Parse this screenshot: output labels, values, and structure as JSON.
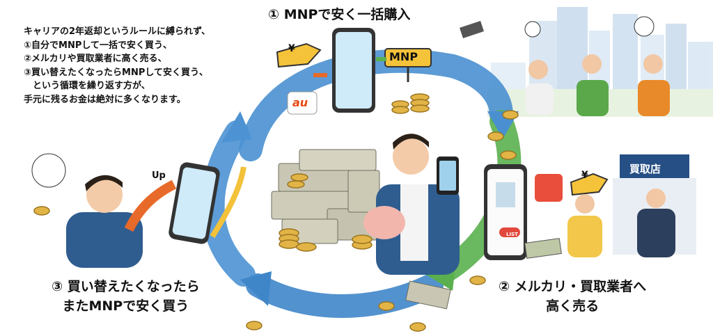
{
  "intro": {
    "lines": [
      "キャリアの2年返却というルールに縛られず、",
      "①自分でMNPして一括で安く買う、",
      "②メルカリや買取業者に高く売る、",
      "③買い替えたくなったらMNPして安く買う、",
      "　という循環を繰り返す方が、",
      "手元に残るお金は絶対に多くなります。"
    ]
  },
  "steps": {
    "step1": "① MNPで安く一括購入",
    "step2_line1": "② メルカリ・買取業者へ",
    "step2_line2": "高く売る",
    "step3_line1": "③ 買い替えたくなったら",
    "step3_line2": "またMNPで安く買う"
  },
  "illustration": {
    "mnp_sign": "MNP",
    "carrier_logo": "au",
    "shop_sign": "買取店",
    "up_label": "Up",
    "yen_tag_1": "¥",
    "yen_tag_2": "¥",
    "list_button": "LIST"
  },
  "colors": {
    "arrow_blue": "#3f86c9",
    "arrow_green": "#5aa84a",
    "arrow_orange": "#e98a2a",
    "coin_gold": "#d9a43a"
  }
}
